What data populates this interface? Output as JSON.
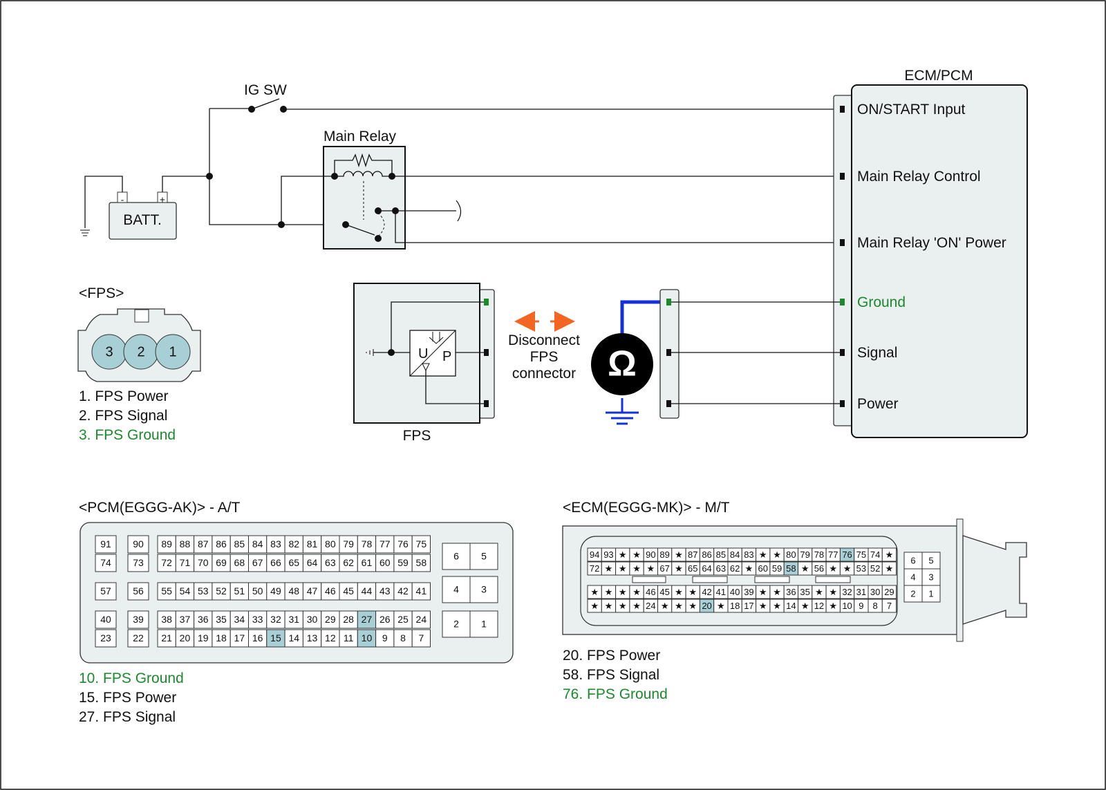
{
  "labels": {
    "ig_sw": "IG SW",
    "main_relay": "Main Relay",
    "batt": "BATT.",
    "batt_neg": "-",
    "batt_pos": "+",
    "ecm_pcm": "ECM/PCM",
    "fps_title": "<FPS>",
    "fps_module": "FPS",
    "fps_u": "U",
    "fps_p": "P",
    "disconnect": [
      "Disconnect",
      "FPS",
      "connector"
    ],
    "ohm": "Ω"
  },
  "ecm_pins": [
    {
      "label": "ON/START Input",
      "green": false
    },
    {
      "label": "Main Relay Control",
      "green": false
    },
    {
      "label": "Main Relay 'ON' Power",
      "green": false
    },
    {
      "label": "Ground",
      "green": true
    },
    {
      "label": "Signal",
      "green": false
    },
    {
      "label": "Power",
      "green": false
    }
  ],
  "fps_connector": {
    "pins": [
      "3",
      "2",
      "1"
    ],
    "legend": [
      {
        "text": "1. FPS Power",
        "green": false
      },
      {
        "text": "2. FPS Signal",
        "green": false
      },
      {
        "text": "3. FPS Ground",
        "green": true
      }
    ]
  },
  "pcm": {
    "title": "<PCM(EGGG-AK)> - A/T",
    "rows": [
      [
        "91",
        "90",
        "89",
        "88",
        "87",
        "86",
        "85",
        "84",
        "83",
        "82",
        "81",
        "80",
        "79",
        "78",
        "77",
        "76",
        "75"
      ],
      [
        "74",
        "73",
        "72",
        "71",
        "70",
        "69",
        "68",
        "67",
        "66",
        "65",
        "64",
        "63",
        "62",
        "61",
        "60",
        "59",
        "58"
      ],
      [
        "57",
        "56",
        "55",
        "54",
        "53",
        "52",
        "51",
        "50",
        "49",
        "48",
        "47",
        "46",
        "45",
        "44",
        "43",
        "42",
        "41"
      ],
      [
        "40",
        "39",
        "38",
        "37",
        "36",
        "35",
        "34",
        "33",
        "32",
        "31",
        "30",
        "29",
        "28",
        "27",
        "26",
        "25",
        "24"
      ],
      [
        "23",
        "22",
        "21",
        "20",
        "19",
        "18",
        "17",
        "16",
        "15",
        "14",
        "13",
        "12",
        "11",
        "10",
        "9",
        "8",
        "7"
      ]
    ],
    "side": [
      [
        "6",
        "5"
      ],
      [
        "4",
        "3"
      ],
      [
        "2",
        "1"
      ]
    ],
    "highlight": [
      "10",
      "15",
      "27"
    ],
    "legend": [
      {
        "text": "10. FPS Ground",
        "green": true
      },
      {
        "text": "15. FPS Power",
        "green": false
      },
      {
        "text": "27. FPS Signal",
        "green": false
      }
    ]
  },
  "ecm": {
    "title": "<ECM(EGGG-MK)> - M/T",
    "rows": [
      [
        "94",
        "93",
        "★",
        "★",
        "90",
        "89",
        "★",
        "87",
        "86",
        "85",
        "84",
        "83",
        "★",
        "★",
        "80",
        "79",
        "78",
        "77",
        "76",
        "75",
        "74",
        "★"
      ],
      [
        "72",
        "★",
        "★",
        "★",
        "★",
        "67",
        "★",
        "65",
        "64",
        "63",
        "62",
        "★",
        "60",
        "59",
        "58",
        "★",
        "56",
        "★",
        "★",
        "53",
        "52",
        "★"
      ],
      [
        "★",
        "★",
        "★",
        "★",
        "46",
        "45",
        "★",
        "★",
        "42",
        "41",
        "40",
        "39",
        "★",
        "★",
        "36",
        "35",
        "★",
        "★",
        "32",
        "31",
        "30",
        "29"
      ],
      [
        "★",
        "★",
        "★",
        "★",
        "24",
        "★",
        "★",
        "★",
        "20",
        "★",
        "18",
        "17",
        "★",
        "★",
        "14",
        "★",
        "12",
        "★",
        "10",
        "9",
        "8",
        "7"
      ]
    ],
    "side": [
      [
        "6",
        "5"
      ],
      [
        "4",
        "3"
      ],
      [
        "2",
        "1"
      ]
    ],
    "highlight": [
      "20",
      "58",
      "76"
    ],
    "legend": [
      {
        "text": "20. FPS Power",
        "green": false
      },
      {
        "text": "58. FPS Signal",
        "green": false
      },
      {
        "text": "76. FPS Ground",
        "green": true
      }
    ]
  },
  "colors": {
    "green": "#1a8a2a",
    "highlight": "#a9cfd6",
    "meter_lead": "#1530d8",
    "arrow": "#f26522",
    "panel": "#eaf0f0"
  }
}
